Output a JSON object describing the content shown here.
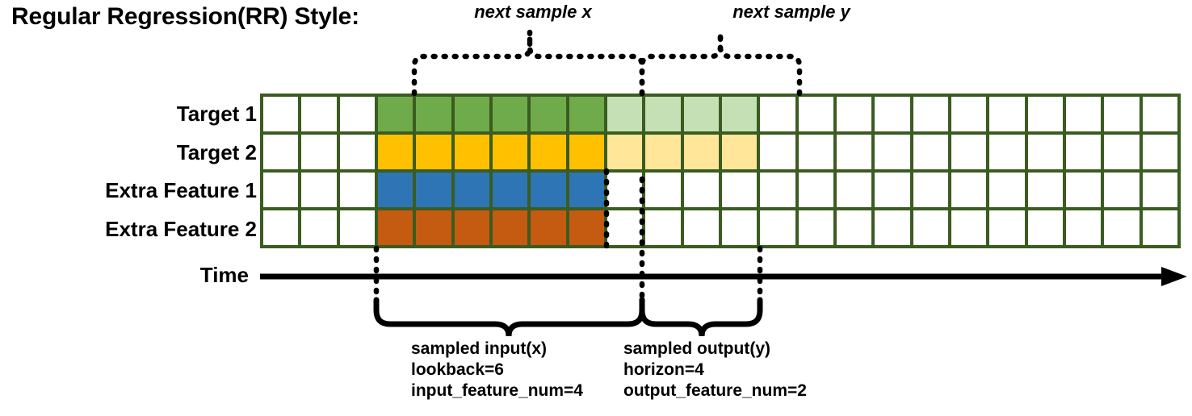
{
  "title": "Regular Regression(RR) Style:",
  "row_labels": [
    "Target 1",
    "Target 2",
    "Extra Feature 1",
    "Extra Feature 2"
  ],
  "time_axis_label": "Time",
  "top_braces": [
    {
      "label": "next sample x"
    },
    {
      "label": "next sample y"
    }
  ],
  "bottom_captions": {
    "left": {
      "line1": "sampled input(x)",
      "line2": "lookback=6",
      "line3": "input_feature_num=4"
    },
    "right": {
      "line1": "sampled output(y)",
      "line2": "horizon=4",
      "line3": "output_feature_num=2"
    }
  },
  "colors": {
    "grid_border": "#3B5C21",
    "target1": "#6FAB4B",
    "target1_light": "#C5E0B4",
    "target2": "#FFC000",
    "target2_light": "#FFE699",
    "extra1": "#2E75B6",
    "extra2": "#C55A11",
    "empty": "#FFFFFF",
    "axis": "#000000"
  },
  "grid": {
    "columns": 24,
    "rows": 4,
    "input_start_col": 3,
    "input_len": 6,
    "output_start_col": 9,
    "output_len": 4,
    "row_styles": [
      [
        "c-white",
        "c-white",
        "c-white",
        "c-green",
        "c-green",
        "c-green",
        "c-green",
        "c-green",
        "c-green",
        "c-lgreen",
        "c-lgreen",
        "c-lgreen",
        "c-lgreen",
        "c-white",
        "c-white",
        "c-white",
        "c-white",
        "c-white",
        "c-white",
        "c-white",
        "c-white",
        "c-white",
        "c-white",
        "c-white"
      ],
      [
        "c-white",
        "c-white",
        "c-white",
        "c-yellow",
        "c-yellow",
        "c-yellow",
        "c-yellow",
        "c-yellow",
        "c-yellow",
        "c-lyellow",
        "c-lyellow",
        "c-lyellow",
        "c-lyellow",
        "c-white",
        "c-white",
        "c-white",
        "c-white",
        "c-white",
        "c-white",
        "c-white",
        "c-white",
        "c-white",
        "c-white",
        "c-white"
      ],
      [
        "c-white",
        "c-white",
        "c-white",
        "c-blue",
        "c-blue",
        "c-blue",
        "c-blue",
        "c-blue",
        "c-blue",
        "c-white",
        "c-white",
        "c-white",
        "c-white",
        "c-white",
        "c-white",
        "c-white",
        "c-white",
        "c-white",
        "c-white",
        "c-white",
        "c-white",
        "c-white",
        "c-white",
        "c-white"
      ],
      [
        "c-white",
        "c-white",
        "c-white",
        "c-orange",
        "c-orange",
        "c-orange",
        "c-orange",
        "c-orange",
        "c-orange",
        "c-white",
        "c-white",
        "c-white",
        "c-white",
        "c-white",
        "c-white",
        "c-white",
        "c-white",
        "c-white",
        "c-white",
        "c-white",
        "c-white",
        "c-white",
        "c-white",
        "c-white"
      ]
    ]
  }
}
